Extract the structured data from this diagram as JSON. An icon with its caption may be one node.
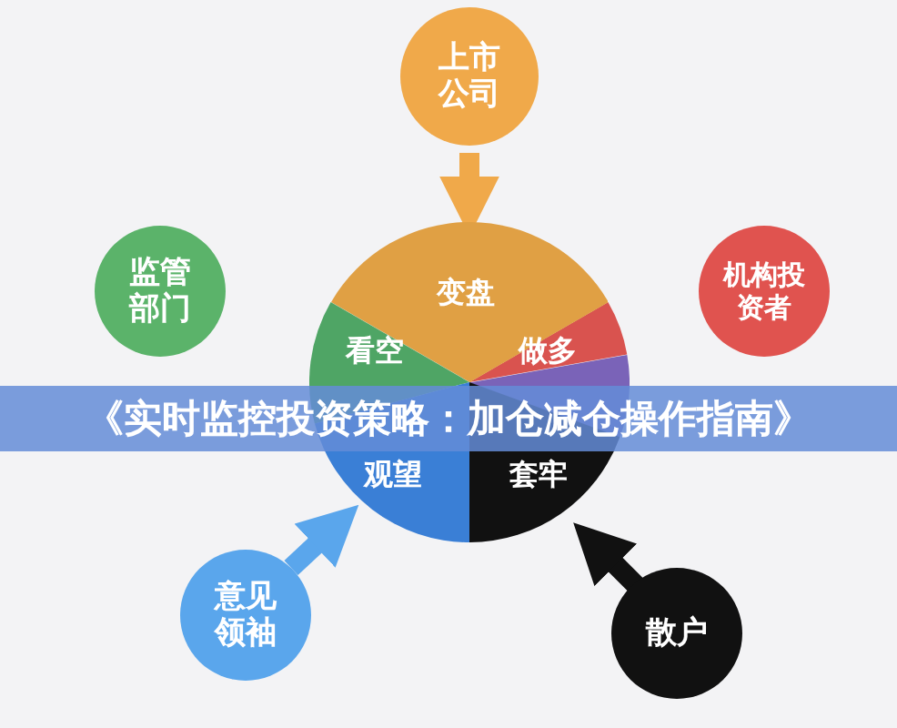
{
  "diagram": {
    "title": "《实时监控投资策略：加仓减仓操作指南》",
    "nodes": [
      {
        "text": [
          "上市公司"
        ]
      },
      {
        "text": [
          "监管部门"
        ]
      },
      {
        "text": [
          "机构投资者"
        ]
      },
      {
        "text": [
          "变盘"
        ]
      },
      {
        "text": [
          "看空"
        ]
      },
      {
        "text": [
          "做多"
        ]
      },
      {
        "text": [
          "观望"
        ]
      },
      {
        "text": [
          "套牢"
        ]
      },
      {
        "text": [
          "意见领袖"
        ]
      },
      {
        "text": [
          "散户"
        ]
      }
    ],
    "edges": [
      {
        "from": 0,
        "to": 3,
        "arrow": "to",
        "color": "#f0a94a"
      },
      {
        "from": 8,
        "to": 6,
        "arrow": "to",
        "color": "#5aa6ec"
      },
      {
        "from": 9,
        "to": 7,
        "arrow": "to",
        "color": "#111111"
      }
    ]
  }
}
